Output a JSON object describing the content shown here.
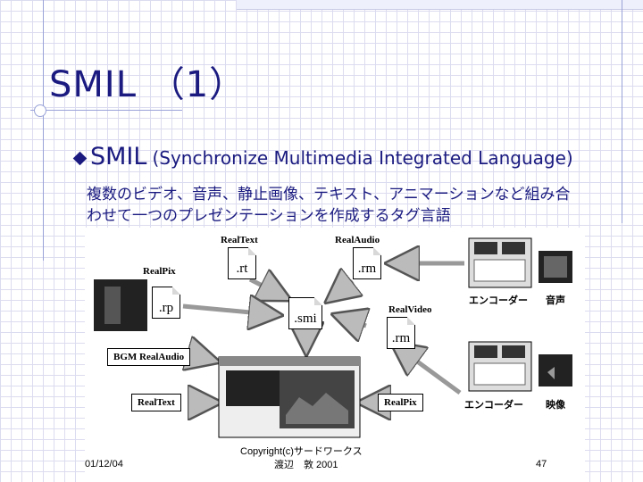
{
  "slide": {
    "title": "SMIL （1）",
    "bullet_main": "SMIL",
    "bullet_sub": "(Synchronize Multimedia Integrated Language)",
    "desc_line1": "複数のビデオ、音声、静止画像、テキスト、アニマーションなど組み合",
    "desc_line2": "わせて一つのプレゼンテーションを作成するタグ言語"
  },
  "diagram": {
    "real_text_top": "RealText",
    "real_audio_top": "RealAudio",
    "real_pix_top": "RealPix",
    "real_video": "RealVideo",
    "doc_rt": ".rt",
    "doc_rm_top": ".rm",
    "doc_rp": ".rp",
    "doc_smi": ".smi",
    "doc_rm_video": ".rm",
    "bgm_label": "BGM RealAudio",
    "real_text_bottom": "RealText",
    "real_pix_bottom": "RealPix",
    "encoder_top": "エンコーダー",
    "audio_label": "音声",
    "encoder_bottom": "エンコーダー",
    "video_label": "映像",
    "copyright_line1": "Copyright(c)サードワークス",
    "copyright_line2": "渡辺　敦 2001",
    "date": "01/12/04",
    "page_number": "47"
  }
}
